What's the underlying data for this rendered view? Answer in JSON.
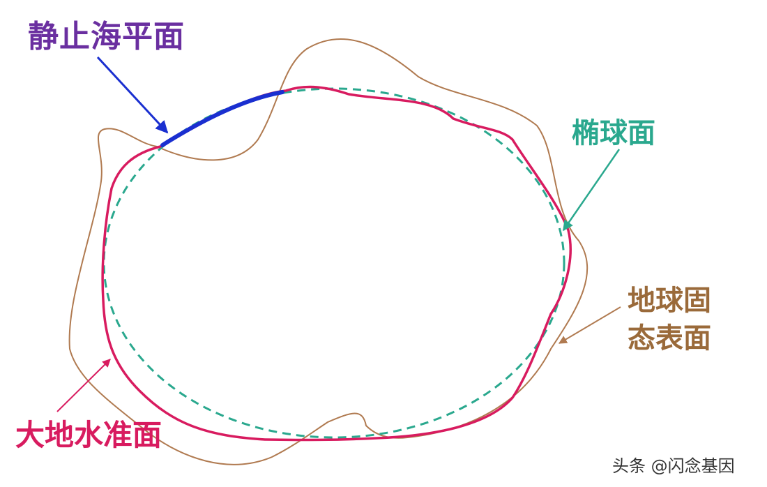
{
  "labels": {
    "sea_surface": "静止海平面",
    "ellipsoid": "椭球面",
    "solid_surface_line1": "地球固",
    "solid_surface_line2": "态表面",
    "geoid": "大地水准面"
  },
  "watermark": "头条 @闪念基因",
  "colors": {
    "sea_surface": "#1a2fd0",
    "sea_label": "#6a2fa0",
    "ellipsoid": "#2aa88e",
    "solid_surface": "#b07a50",
    "solid_label": "#9a6a3a",
    "geoid": "#d81b5f"
  }
}
